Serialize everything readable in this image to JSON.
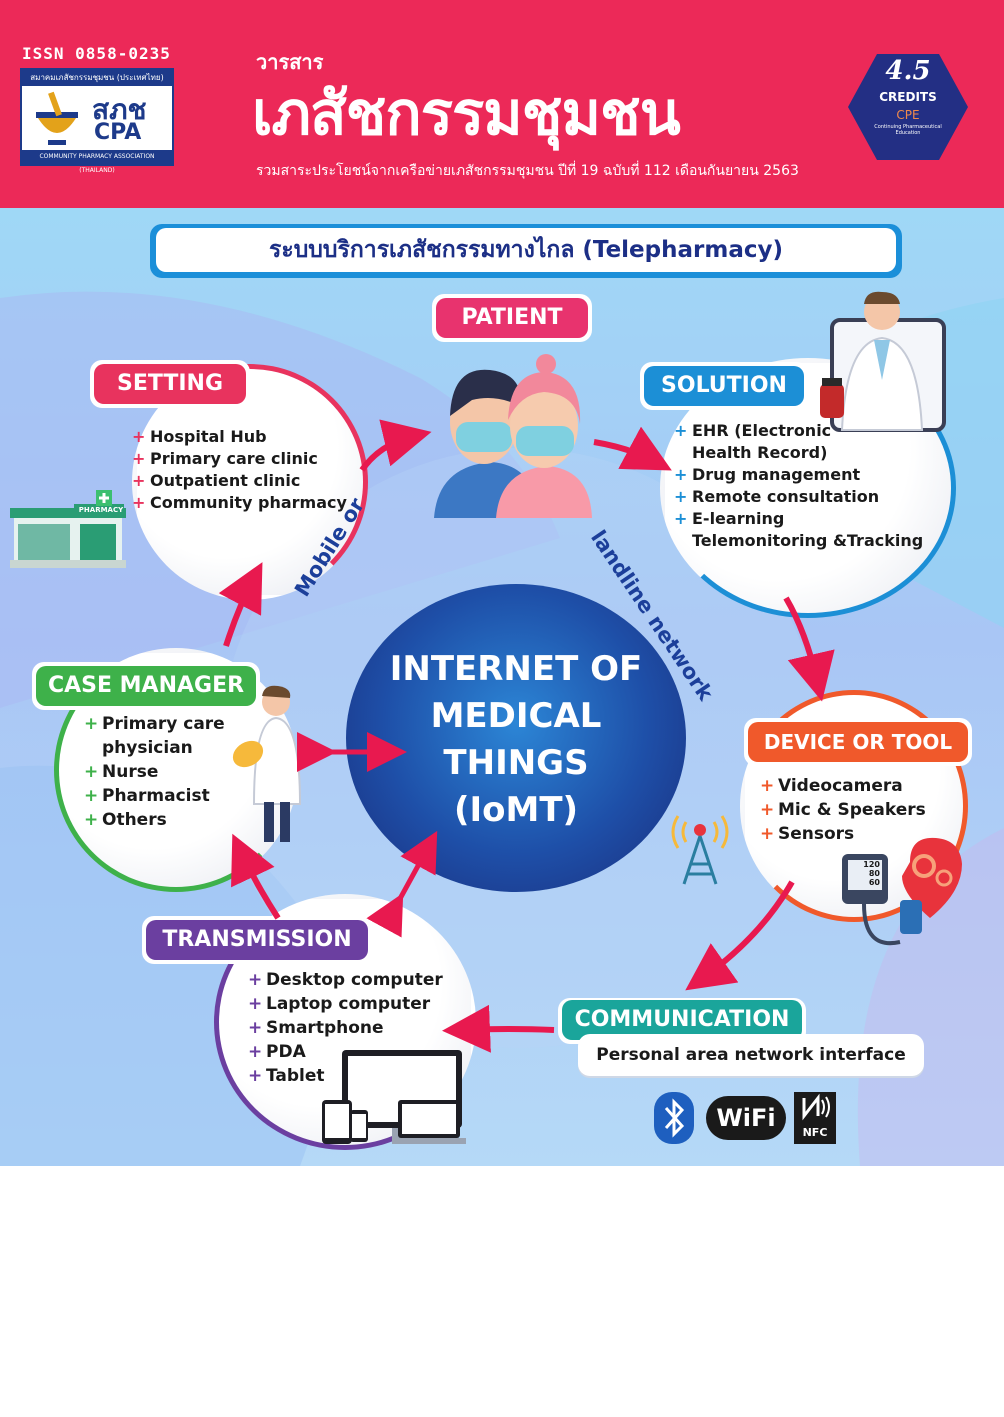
{
  "header": {
    "issn": "ISSN   0858-0235",
    "logo_association_th": "สมาคมเภสัชกรรมชุมชน (ประเทศไทย)",
    "logo_abbr_th": "สภช",
    "logo_abbr_en": "CPA",
    "logo_association_en": "COMMUNITY PHARMACY ASSOCIATION (THAILAND)",
    "journal_small": "วารสาร",
    "journal_name": "เภสัชกรรมชุมชน",
    "journal_subtitle": "รวมสาระประโยชน์จากเครือข่ายเภสัชกรรมชุมชน ปีที่ 19 ฉบับที่ 112 เดือนกันยายน 2563",
    "credits_value": "4.5",
    "credits_label": "CREDITS",
    "credits_cpe": "CPE",
    "credits_desc": "Continuing Pharmaceutical Education",
    "colors": {
      "header_bg": "#ec2958",
      "logo_blue": "#1d3a8a",
      "hexagon": "#232f84"
    }
  },
  "infographic": {
    "title": "ระบบบริการเภสัชกรรมทางไกล (Telepharmacy)",
    "center": {
      "line1": "INTERNET OF",
      "line2": "MEDICAL",
      "line3": "THINGS",
      "line4": "(IoMT)"
    },
    "curved_left": "Mobile or",
    "curved_right": "landline network",
    "patient": {
      "label": "PATIENT"
    },
    "setting": {
      "label": "SETTING",
      "items": [
        "Hospital Hub",
        "Primary care clinic",
        "Outpatient clinic",
        "Community pharmacy"
      ],
      "pharmacy_sign": "PHARMACY"
    },
    "solution": {
      "label": "SOLUTION",
      "items": [
        "EHR (Electronic",
        "Health Record)",
        "Drug management",
        "Remote consultation",
        "E-learning",
        "Telemonitoring &Tracking"
      ]
    },
    "case_manager": {
      "label": "CASE MANAGER",
      "items": [
        "Primary care",
        "physician",
        "Nurse",
        "Pharmacist",
        "Others"
      ]
    },
    "device": {
      "label": "DEVICE OR TOOL",
      "items": [
        "Videocamera",
        "Mic & Speakers",
        "Sensors"
      ],
      "bp_values": [
        "120",
        "80",
        "60"
      ]
    },
    "transmission": {
      "label": "TRANSMISSION",
      "items": [
        "Desktop computer",
        "Laptop computer",
        "Smartphone",
        "PDA",
        "Tablet"
      ]
    },
    "communication": {
      "label": "COMMUNICATION",
      "subtitle": "Personal area network interface",
      "icons": [
        "bluetooth-icon",
        "wifi-icon",
        "nfc-icon"
      ],
      "wifi_text": "WiFi",
      "nfc_text": "NFC"
    },
    "colors": {
      "patient": "#e8336e",
      "setting": "#e8335e",
      "solution": "#1c8fd6",
      "case_manager": "#3eb14a",
      "device": "#f0592b",
      "transmission": "#6b3fa0",
      "communication": "#1aa59b",
      "arrow": "#e8194f",
      "center": "#1e4fa8"
    }
  }
}
